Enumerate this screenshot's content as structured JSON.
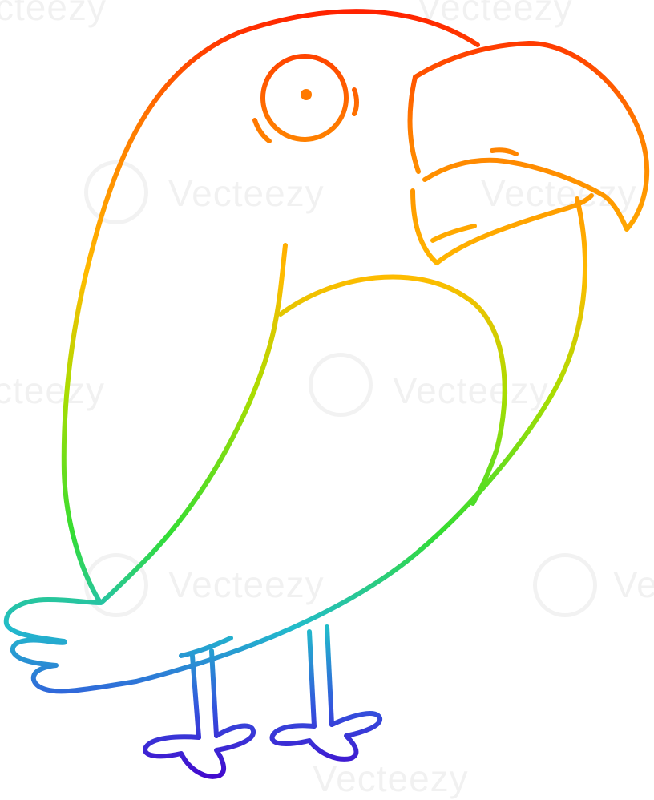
{
  "illustration": {
    "subject": "parrot",
    "style": "rainbow gradient line drawing",
    "gradient_colors": [
      "#ff1a00",
      "#ff9900",
      "#ffcc00",
      "#99ee00",
      "#33dd33",
      "#33aadd",
      "#3355dd",
      "#4400cc"
    ]
  },
  "watermark": {
    "brand": "Vecteezy",
    "fragments": [
      "cteezy",
      "Vecteezy",
      "Vecteezy",
      "Vecteezy",
      "cteezy",
      "Vecteezy",
      "Vecteezy",
      "Ve",
      "Vecteezy"
    ]
  }
}
